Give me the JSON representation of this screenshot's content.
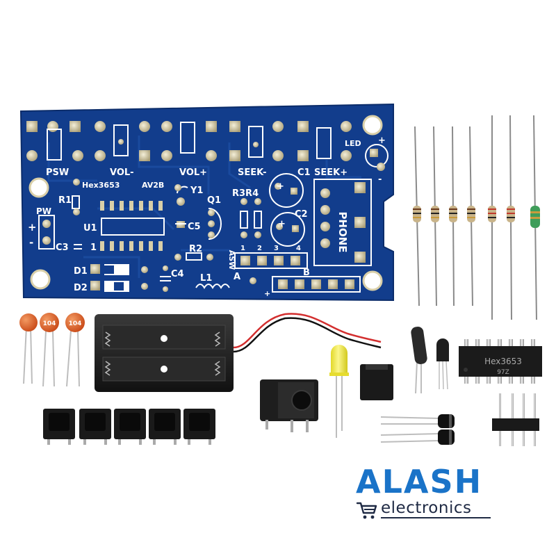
{
  "pcb": {
    "labels": {
      "psw": "PSW",
      "vol_minus": "VOL-",
      "vol_plus": "VOL+",
      "seek_minus": "SEEK-",
      "seek_plus": "SEEK+",
      "led": "LED",
      "plus": "+",
      "minus": "-",
      "hex_chip": "Hex3653",
      "av2b": "AV2B",
      "y1": "Y1",
      "r1": "R1",
      "r2": "R2",
      "r3r4": "R3R4",
      "q1": "Q1",
      "c1": "C1",
      "c2": "C2",
      "c3": "C3",
      "c4": "C4",
      "c5": "C5",
      "pw": "PW",
      "u1": "U1",
      "pin1": "1",
      "d1": "D1",
      "d2": "D2",
      "l1": "L1",
      "phone": "PHONE",
      "asw": "ASW",
      "a": "A",
      "b": "B",
      "n1": "1",
      "n2": "2",
      "n3": "3",
      "n4": "4"
    }
  },
  "parts": {
    "ceramic_cap_label": "104",
    "chip_label": "Hex3653",
    "chip_sub_label": "97Z"
  },
  "logo": {
    "brand": "ALASH",
    "sub": "electronics",
    "brand_color": "#1a73c8",
    "sub_color": "#1f2a44",
    "cart_icon": "shopping-cart-icon"
  },
  "colors": {
    "pcb_blue": "#123d8c",
    "gold_pad": "#d9cfa8",
    "battery_black": "#1c1c1c",
    "cap_orange": "#e0612a",
    "led_yellow": "#f3ea3c"
  }
}
